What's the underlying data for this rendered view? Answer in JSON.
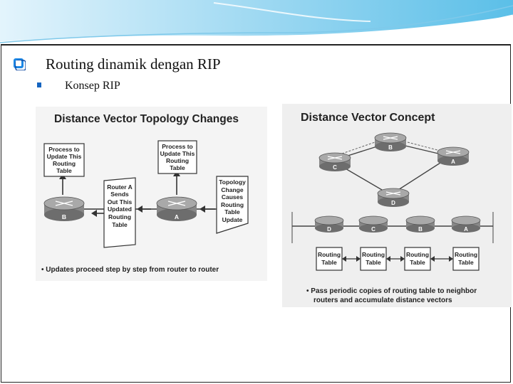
{
  "slide": {
    "title": "Routing dinamik dengan RIP",
    "bullet": "Konsep RIP"
  },
  "left_figure": {
    "heading": "Distance Vector Topology Changes",
    "box_process_b": [
      "Process to",
      "Update This",
      "Routing",
      "Table"
    ],
    "box_process_a": [
      "Process to",
      "Update This",
      "Routing",
      "Table"
    ],
    "box_sends": [
      "Router A",
      "Sends",
      "Out This",
      "Updated",
      "Routing",
      "Table"
    ],
    "box_topology": [
      "Topology",
      "Change",
      "Causes",
      "Routing",
      "Table",
      "Update"
    ],
    "router_b": "B",
    "router_a": "A",
    "caption": "• Updates proceed step by step from router to router"
  },
  "right_figure": {
    "heading": "Distance Vector Concept",
    "routers_top": [
      "B",
      "C",
      "A",
      "D"
    ],
    "routers_row": [
      "D",
      "C",
      "B",
      "A"
    ],
    "tables": [
      [
        "Routing",
        "Table"
      ],
      [
        "Routing",
        "Table"
      ],
      [
        "Routing",
        "Table"
      ],
      [
        "Routing",
        "Table"
      ]
    ],
    "caption_line1": "• Pass periodic copies of routing table to neighbor",
    "caption_line2": "routers and accumulate distance vectors"
  },
  "colors": {
    "accent": "#1e88e5",
    "wave_light": "#b3e5fc",
    "bullet": "#1565c0"
  }
}
